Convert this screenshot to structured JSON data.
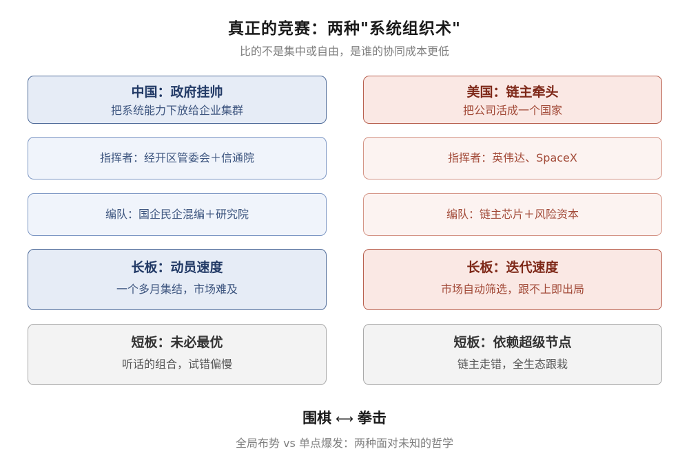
{
  "title": "真正的竞赛：两种\"系统组织术\"",
  "subtitle": "比的不是集中或自由，是谁的协同成本更低",
  "china": {
    "header": "中国：政府挂帅",
    "header_desc": "把系统能力下放给企业集群",
    "commander": "指挥者：经开区管委会＋信通院",
    "formation": "编队：国企民企混编＋研究院",
    "strength_title": "长板：动员速度",
    "strength_desc": "一个多月集结，市场难及",
    "weakness_title": "短板：未必最优",
    "weakness_desc": "听话的组合，试错偏慢"
  },
  "usa": {
    "header": "美国：链主牵头",
    "header_desc": "把公司活成一个国家",
    "commander": "指挥者：英伟达、SpaceX",
    "formation": "编队：链主芯片＋风险资本",
    "strength_title": "长板：迭代速度",
    "strength_desc": "市场自动筛选，跟不上即出局",
    "weakness_title": "短板：依赖超级节点",
    "weakness_desc": "链主走错，全生态跟栽"
  },
  "bottom": {
    "left_word": "围棋",
    "arrow": "⟷",
    "right_word": "拳击",
    "subtitle": "全局布势 vs 单点爆发：两种面对未知的哲学"
  },
  "colors": {
    "china_border": "#4f6b99",
    "china_fill": "#e6ecf6",
    "usa_border": "#b8604f",
    "usa_fill": "#fae8e4",
    "weakness_border": "#a9a9a9",
    "weakness_fill": "#f3f3f3"
  }
}
